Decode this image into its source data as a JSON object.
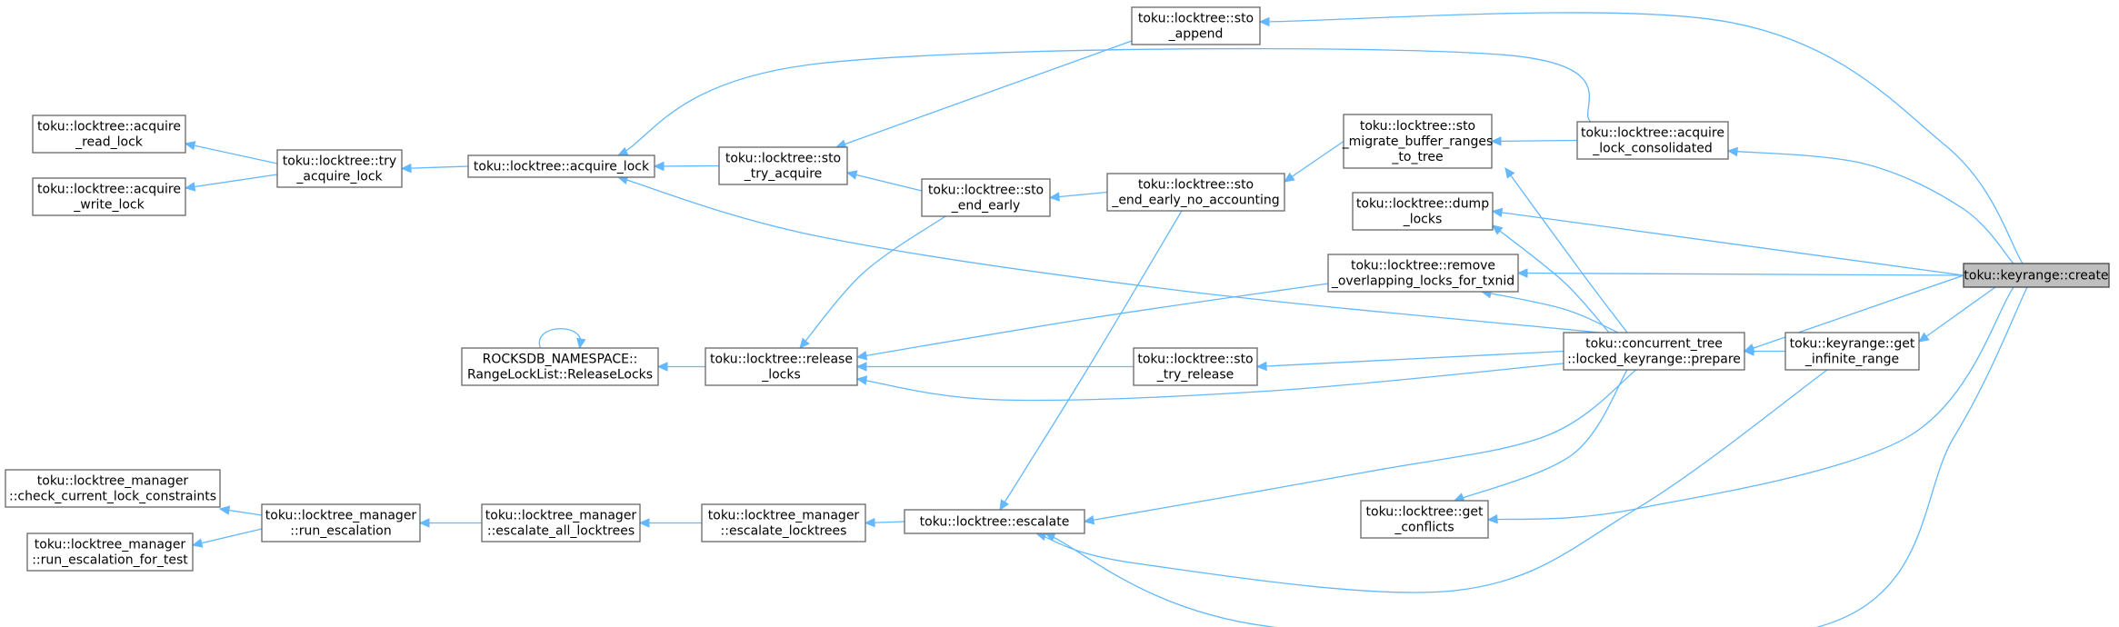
{
  "colors": {
    "edge": "#63b8ff",
    "node_border": "#666666",
    "highlight_fill": "#bfbfbf"
  },
  "nodes": {
    "create": {
      "lines": [
        "toku::keyrange::create"
      ],
      "highlight": true
    },
    "sto_append": {
      "lines": [
        "toku::locktree::sto",
        "_append"
      ]
    },
    "acquire_lock_consolidated": {
      "lines": [
        "toku::locktree::acquire",
        "_lock_consolidated"
      ]
    },
    "sto_migrate": {
      "lines": [
        "toku::locktree::sto",
        "_migrate_buffer_ranges",
        "_to_tree"
      ]
    },
    "dump_locks": {
      "lines": [
        "toku::locktree::dump",
        "_locks"
      ]
    },
    "remove_overlapping": {
      "lines": [
        "toku::locktree::remove",
        "_overlapping_locks_for_txnid"
      ]
    },
    "prepare": {
      "lines": [
        "toku::concurrent_tree",
        "::locked_keyrange::prepare"
      ]
    },
    "get_infinite_range": {
      "lines": [
        "toku::keyrange::get",
        "_infinite_range"
      ]
    },
    "sto_end_early_no_accounting": {
      "lines": [
        "toku::locktree::sto",
        "_end_early_no_accounting"
      ]
    },
    "sto_end_early": {
      "lines": [
        "toku::locktree::sto",
        "_end_early"
      ]
    },
    "sto_try_acquire": {
      "lines": [
        "toku::locktree::sto",
        "_try_acquire"
      ]
    },
    "acquire_lock": {
      "lines": [
        "toku::locktree::acquire_lock"
      ]
    },
    "try_acquire_lock": {
      "lines": [
        "toku::locktree::try",
        "_acquire_lock"
      ]
    },
    "acquire_read_lock": {
      "lines": [
        "toku::locktree::acquire",
        "_read_lock"
      ]
    },
    "acquire_write_lock": {
      "lines": [
        "toku::locktree::acquire",
        "_write_lock"
      ]
    },
    "release_locks": {
      "lines": [
        "toku::locktree::release",
        "_locks"
      ]
    },
    "release_locks_rocksdb": {
      "lines": [
        "ROCKSDB_NAMESPACE::",
        "RangeLockList::ReleaseLocks"
      ]
    },
    "sto_try_release": {
      "lines": [
        "toku::locktree::sto",
        "_try_release"
      ]
    },
    "escalate": {
      "lines": [
        "toku::locktree::escalate"
      ]
    },
    "get_conflicts": {
      "lines": [
        "toku::locktree::get",
        "_conflicts"
      ]
    },
    "escalate_locktrees": {
      "lines": [
        "toku::locktree_manager",
        "::escalate_locktrees"
      ]
    },
    "escalate_all_locktrees": {
      "lines": [
        "toku::locktree_manager",
        "::escalate_all_locktrees"
      ]
    },
    "run_escalation": {
      "lines": [
        "toku::locktree_manager",
        "::run_escalation"
      ]
    },
    "check_current_lock_constraints": {
      "lines": [
        "toku::locktree_manager",
        "::check_current_lock_constraints"
      ]
    },
    "run_escalation_for_test": {
      "lines": [
        "toku::locktree_manager",
        "::run_escalation_for_test"
      ]
    }
  },
  "edges": [
    [
      "create",
      "sto_append"
    ],
    [
      "create",
      "acquire_lock_consolidated"
    ],
    [
      "create",
      "dump_locks"
    ],
    [
      "create",
      "remove_overlapping"
    ],
    [
      "create",
      "prepare"
    ],
    [
      "create",
      "get_infinite_range"
    ],
    [
      "create",
      "get_conflicts"
    ],
    [
      "create",
      "escalate"
    ],
    [
      "get_infinite_range",
      "prepare"
    ],
    [
      "get_infinite_range",
      "escalate"
    ],
    [
      "prepare",
      "sto_migrate"
    ],
    [
      "prepare",
      "dump_locks"
    ],
    [
      "prepare",
      "remove_overlapping"
    ],
    [
      "prepare",
      "sto_try_release"
    ],
    [
      "prepare",
      "release_locks"
    ],
    [
      "prepare",
      "acquire_lock"
    ],
    [
      "prepare",
      "escalate"
    ],
    [
      "prepare",
      "get_conflicts"
    ],
    [
      "acquire_lock_consolidated",
      "sto_migrate"
    ],
    [
      "acquire_lock_consolidated",
      "acquire_lock"
    ],
    [
      "sto_migrate",
      "sto_end_early_no_accounting"
    ],
    [
      "sto_end_early_no_accounting",
      "sto_end_early"
    ],
    [
      "sto_end_early_no_accounting",
      "escalate"
    ],
    [
      "sto_end_early",
      "sto_try_acquire"
    ],
    [
      "sto_end_early",
      "release_locks"
    ],
    [
      "sto_append",
      "sto_try_acquire"
    ],
    [
      "sto_try_acquire",
      "acquire_lock"
    ],
    [
      "acquire_lock",
      "try_acquire_lock"
    ],
    [
      "try_acquire_lock",
      "acquire_read_lock"
    ],
    [
      "try_acquire_lock",
      "acquire_write_lock"
    ],
    [
      "remove_overlapping",
      "release_locks"
    ],
    [
      "sto_try_release",
      "release_locks"
    ],
    [
      "release_locks",
      "release_locks_rocksdb"
    ],
    [
      "release_locks_rocksdb",
      "release_locks_rocksdb"
    ],
    [
      "escalate",
      "escalate_locktrees"
    ],
    [
      "escalate_locktrees",
      "escalate_all_locktrees"
    ],
    [
      "escalate_all_locktrees",
      "run_escalation"
    ],
    [
      "run_escalation",
      "check_current_lock_constraints"
    ],
    [
      "run_escalation",
      "run_escalation_for_test"
    ]
  ]
}
